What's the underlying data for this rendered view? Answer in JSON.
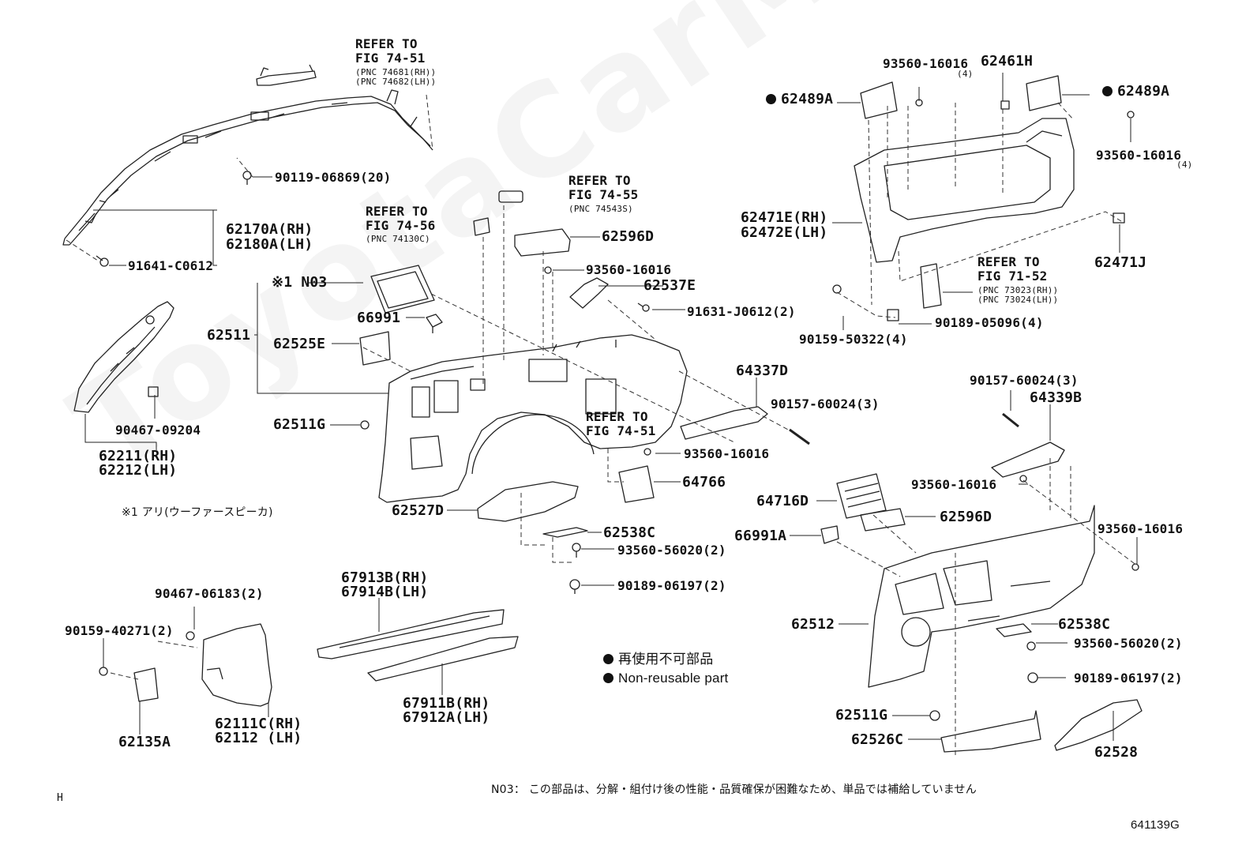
{
  "watermark": "ToyotaCarMire.ru",
  "corner_mark": "H",
  "figure_code": "641139G",
  "notes": {
    "n03": "N03： この部品は、分解・組付け後の性能・品質確保が困難なため、単品では補給していません",
    "star1": "※1 アリ(ウーファースピーカ)",
    "legend_jp": "再使用不可部品",
    "legend_en": "Non-reusable part"
  },
  "refs": {
    "r7451a": [
      "REFER TO",
      "FIG 74-51",
      "(PNC 74681(RH))",
      "(PNC 74682(LH))"
    ],
    "r7455": [
      "REFER TO",
      "FIG 74-55",
      "(PNC 74543S)"
    ],
    "r7456": [
      "REFER TO",
      "FIG 74-56",
      "(PNC 74130C)"
    ],
    "r7451b": [
      "REFER TO",
      "FIG 74-51"
    ],
    "r7152": [
      "REFER TO",
      "FIG 71-52",
      "(PNC 73023(RH))",
      "(PNC 73024(LH))"
    ]
  },
  "parts": {
    "p90119": "90119-06869(20)",
    "p62170": "62170A(RH)",
    "p62180": "62180A(LH)",
    "p91641": "91641-C0612",
    "p90467a": "90467-09204",
    "p62211": "62211(RH)",
    "p62212": "62212(LH)",
    "p_n03": "※1 N03",
    "p62511": "62511",
    "p66991": "66991",
    "p62525": "62525E",
    "p62511g_l": "62511G",
    "p62596d_t": "62596D",
    "p93560_a": "93560-16016",
    "p62537": "62537E",
    "p91631": "91631-J0612(2)",
    "p64337": "64337D",
    "p90157_a": "90157-60024(3)",
    "p93560_b": "93560-16016",
    "p64766": "64766",
    "p62527": "62527D",
    "p62538c_a": "62538C",
    "p93560_56_a": "93560-56020(2)",
    "p90189_a": "90189-06197(2)",
    "p90467b": "90467-06183(2)",
    "p90159_40": "90159-40271(2)",
    "p62111": "62111C(RH)",
    "p62112": "62112 (LH)",
    "p62135": "62135A",
    "p67913": "67913B(RH)",
    "p67914": "67914B(LH)",
    "p67911": "67911B(RH)",
    "p67912": "67912A(LH)",
    "p93560_c": "93560-16016",
    "p93560_c_q": "(4)",
    "p62461": "62461H",
    "p62489_l": "62489A",
    "p62489_r": "62489A",
    "p93560_d": "93560-16016",
    "p93560_d_q": "(4)",
    "p62471e": "62471E(RH)",
    "p62472e": "62472E(LH)",
    "p62471j": "62471J",
    "p90159_50": "90159-50322(4)",
    "p90189_05": "90189-05096(4)",
    "p90157_b": "90157-60024(3)",
    "p64339": "64339B",
    "p93560_e": "93560-16016",
    "p64716": "64716D",
    "p62596d_b": "62596D",
    "p66991a": "66991A",
    "p93560_f": "93560-16016",
    "p62512": "62512",
    "p62538c_b": "62538C",
    "p93560_56_b": "93560-56020(2)",
    "p90189_b": "90189-06197(2)",
    "p62511g_r": "62511G",
    "p62526": "62526C",
    "p62528": "62528"
  }
}
